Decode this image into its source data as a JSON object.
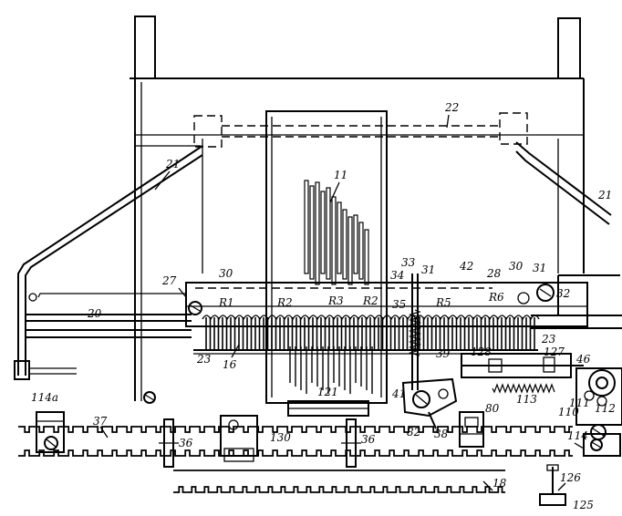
{
  "labels": {
    "l11": "11",
    "l16": "16",
    "l18": "18",
    "l20": "20",
    "l21a": "21",
    "l21b": "21",
    "l22": "22",
    "l23a": "23",
    "l23b": "23",
    "l27": "27",
    "l28": "28",
    "l30a": "30",
    "l30b": "30",
    "l31a": "31",
    "l31b": "31",
    "l32": "32",
    "l33": "33",
    "l34": "34",
    "l35": "35",
    "l36a": "36",
    "l36b": "36",
    "l37": "37",
    "l38": "38",
    "l39": "39",
    "l41": "41",
    "l42": "42",
    "l46": "46",
    "l80": "80",
    "l82": "82",
    "l110": "110",
    "l111": "111",
    "l112": "112",
    "l113": "113",
    "l114": "114",
    "l114a": "114a",
    "l121": "121",
    "l125": "125",
    "l126": "126",
    "l127": "127",
    "l128": "128",
    "l130": "130",
    "lR1": "R1",
    "lR2a": "R2",
    "lR2b": "R2",
    "lR3": "R3",
    "lR5": "R5",
    "lR6": "R6"
  }
}
